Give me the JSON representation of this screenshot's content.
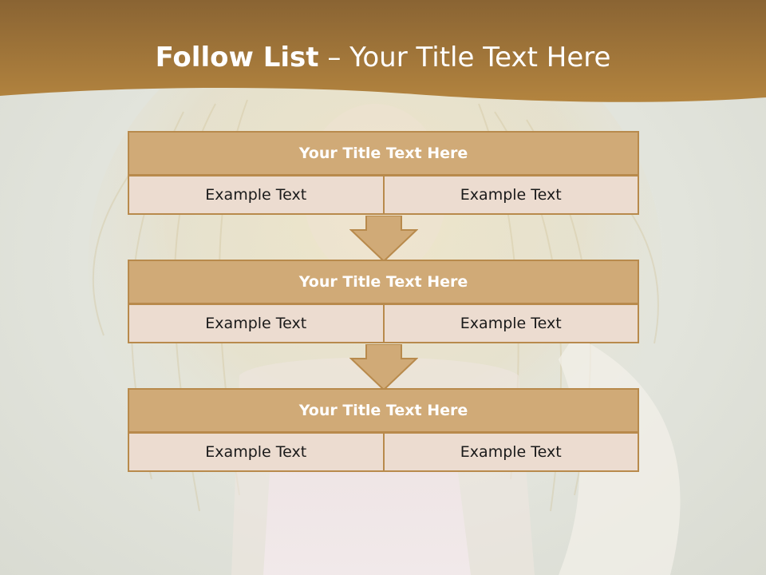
{
  "title": {
    "bold": "Follow List",
    "rest": " – Your Title Text Here"
  },
  "blocks": [
    {
      "title": "Your Title Text Here",
      "cells": [
        "Example Text",
        "Example Text"
      ]
    },
    {
      "title": "Your Title Text Here",
      "cells": [
        "Example Text",
        "Example Text"
      ]
    },
    {
      "title": "Your Title Text Here",
      "cells": [
        "Example Text",
        "Example Text"
      ]
    }
  ],
  "colors": {
    "header": "#a97a3d",
    "block_title": "#d0aa77",
    "cell": "#ecdcd0",
    "border": "#b88a4c"
  }
}
